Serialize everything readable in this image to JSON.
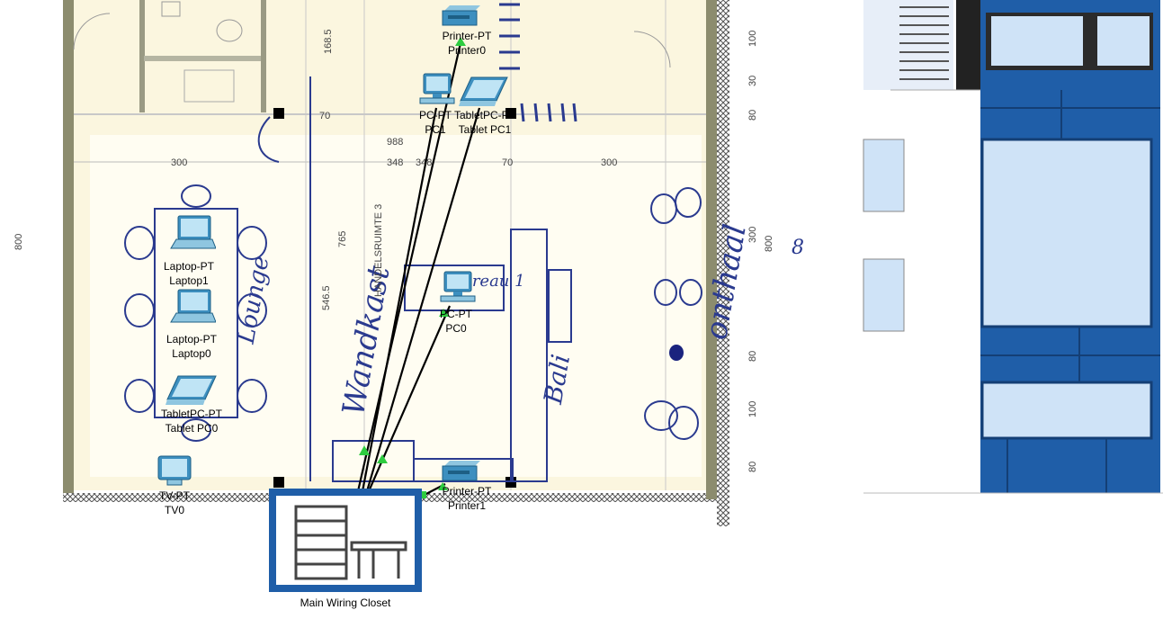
{
  "devices": [
    {
      "id": "printer0",
      "type": "printer",
      "model": "Printer-PT",
      "name": "Printer0"
    },
    {
      "id": "pc1",
      "type": "pc",
      "model": "PC-PT",
      "name": "PC1"
    },
    {
      "id": "tablet1",
      "type": "tablet",
      "model": "TabletPC-PT",
      "name": "Tablet PC1"
    },
    {
      "id": "laptop1",
      "type": "laptop",
      "model": "Laptop-PT",
      "name": "Laptop1"
    },
    {
      "id": "laptop0",
      "type": "laptop",
      "model": "Laptop-PT",
      "name": "Laptop0"
    },
    {
      "id": "tablet0",
      "type": "tablet",
      "model": "TabletPC-PT",
      "name": "Tablet PC0"
    },
    {
      "id": "pc0",
      "type": "pc",
      "model": "PC-PT",
      "name": "PC0"
    },
    {
      "id": "tv0",
      "type": "tv",
      "model": "TV-PT",
      "name": "TV0"
    },
    {
      "id": "printer1",
      "type": "printer",
      "model": "Printer-PT",
      "name": "Printer1"
    }
  ],
  "closet": {
    "label": "Main Wiring Closet"
  },
  "floorplan": {
    "dimensions": [
      "168.5",
      "988",
      "300",
      "348",
      "348",
      "300",
      "765",
      "800",
      "300",
      "800",
      "100",
      "30",
      "80",
      "80",
      "100",
      "80",
      "546.5",
      "70",
      "70"
    ],
    "handwriting": [
      "Bureau 1",
      "Bali",
      "onthaal",
      "Wandkast",
      "Lounge"
    ],
    "stamp": "HANDELSRUIMTE 3"
  },
  "colors": {
    "wall": "#8c8c6e",
    "cable": "#000000",
    "link_up": "#2ecc40",
    "building": "#1f5ea8",
    "ink": "#2a3a8f",
    "device": "#3d8fbf"
  }
}
